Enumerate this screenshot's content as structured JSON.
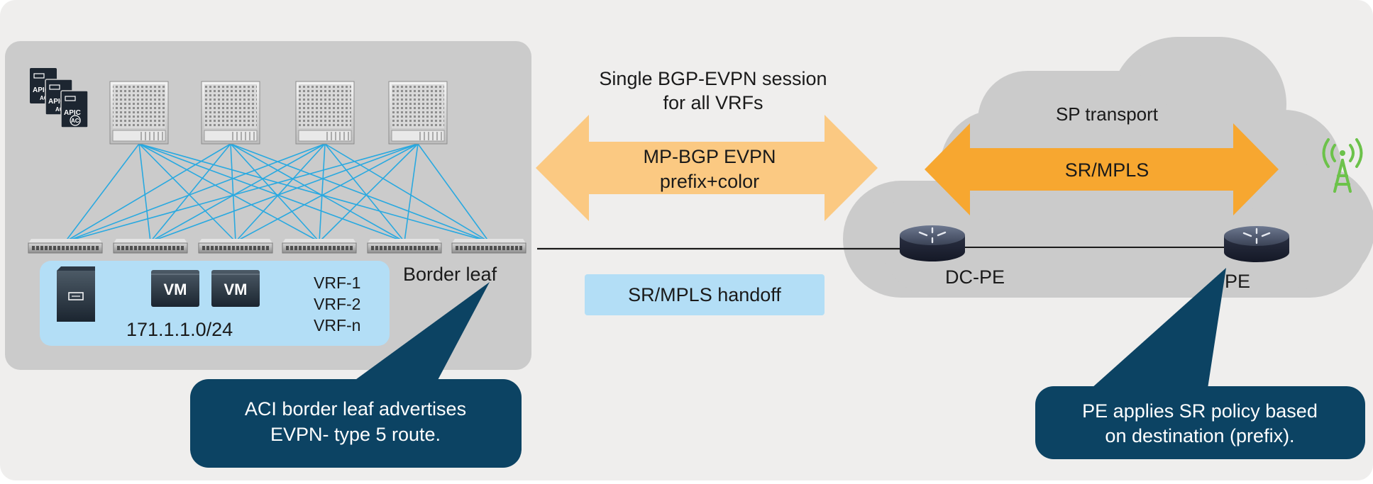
{
  "fabric": {
    "apic_labels": [
      "APIC",
      "ACI",
      "APIC",
      "ACI",
      "APIC",
      "ACI"
    ],
    "vm_labels": [
      "VM",
      "VM"
    ],
    "subnet": "171.1.1.0/24",
    "vrfs": [
      "VRF-1",
      "VRF-2",
      "VRF-n"
    ],
    "border_leaf_label": "Border leaf"
  },
  "session": {
    "title_line1": "Single BGP-EVPN session",
    "title_line2": "for all VRFs",
    "arrow_line1": "MP-BGP EVPN",
    "arrow_line2": "prefix+color",
    "handoff_label": "SR/MPLS handoff"
  },
  "sp": {
    "transport_label": "SP transport",
    "arrow_label": "SR/MPLS",
    "dc_pe_label": "DC-PE",
    "pe_label": "PE"
  },
  "callouts": {
    "left_line1": "ACI border leaf advertises",
    "left_line2": "EVPN- type 5 route.",
    "right_line1": "PE applies SR policy based",
    "right_line2": "on destination (prefix)."
  },
  "colors": {
    "page_background": "#efeeed",
    "fabric_panel": "#cbcbcb",
    "host_panel": "#b3def6",
    "fabric_links": "#29a9e0",
    "cloud": "#cbcbcb",
    "evpn_arrow": "#fbc982",
    "sr_arrow": "#f7a730",
    "callout": "#0c4363",
    "tower": "#6cc24a",
    "text": "#1a1a1a"
  }
}
